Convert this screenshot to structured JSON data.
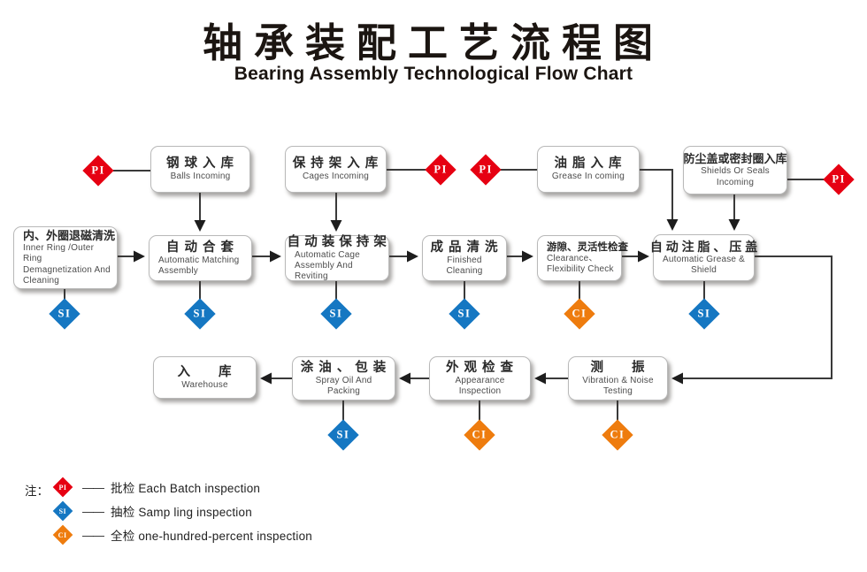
{
  "title": {
    "zh": "轴承装配工艺流程图",
    "en": "Bearing Assembly Technological Flow Chart"
  },
  "colors": {
    "pi": "#e60012",
    "si": "#1577c2",
    "ci": "#ee7c0e",
    "line": "#3a3a3a"
  },
  "markers": {
    "pi": "PI",
    "si": "SI",
    "ci": "CI"
  },
  "nodes": {
    "balls": {
      "zh": "钢 球 入 库",
      "en": "Balls Incoming"
    },
    "cages": {
      "zh": "保 持 架 入 库",
      "en": "Cages Incoming"
    },
    "grease": {
      "zh": "油 脂 入 库",
      "en": "Grease In coming"
    },
    "shields": {
      "zh": "防尘盖或密封圈入库",
      "en": "Shields Or Seals Incoming"
    },
    "demag": {
      "zh": "内、外圈退磁清洗",
      "en1": "Inner Ring /Outer Ring",
      "en2": "Demagnetization And",
      "en3": "Cleaning"
    },
    "matching": {
      "zh": "自 动 合 套",
      "en1": "Automatic Matching",
      "en2": "Assembly"
    },
    "cage_assembly": {
      "zh": "自 动 装 保 持 架",
      "en1": "Automatic Cage",
      "en2": "Assembly And Reviting"
    },
    "cleaning": {
      "zh": "成 品 清 洗",
      "en": "Finished Cleaning"
    },
    "clearance": {
      "zh": "游隙、灵活性检查",
      "en1": "Clearance、",
      "en2": "Flexibility Check"
    },
    "grease_shield": {
      "zh": "自 动 注 脂 、 压 盖",
      "en": "Automatic Grease & Shield"
    },
    "vibration": {
      "zh": "测　　振",
      "en": "Vibration & Noise Testing"
    },
    "appearance": {
      "zh": "外 观 检 查",
      "en": "Appearance Inspection"
    },
    "packing": {
      "zh": "涂 油 、 包 装",
      "en": "Spray Oil And Packing"
    },
    "warehouse": {
      "zh": "入　　库",
      "en": "Warehouse"
    }
  },
  "legend": {
    "note": "注：",
    "dash": "——",
    "items": [
      {
        "marker": "PI",
        "text": "批检 Each Batch inspection"
      },
      {
        "marker": "SI",
        "text": "抽检 Samp ling inspection"
      },
      {
        "marker": "CI",
        "text": "全检 one-hundred-percent inspection"
      }
    ]
  }
}
